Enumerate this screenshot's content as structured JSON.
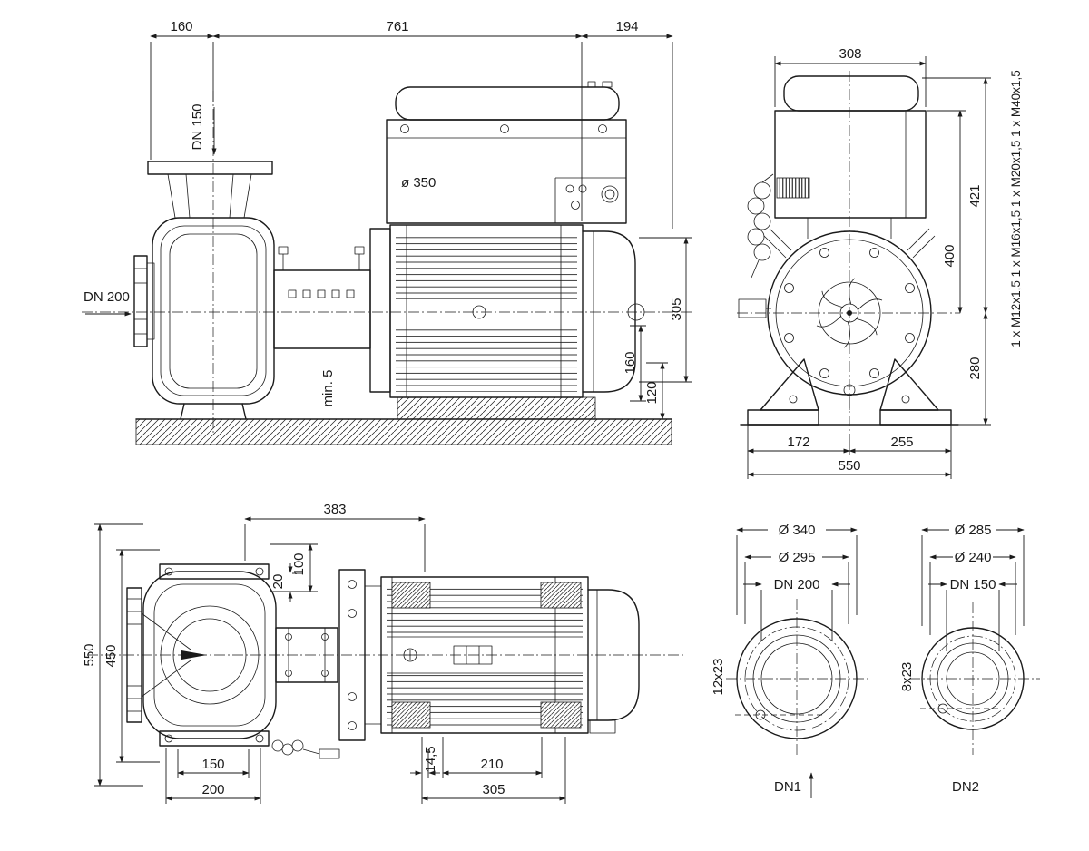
{
  "drawing": {
    "kind": "pump-dimensional-drawing",
    "units": "mm"
  },
  "colors": {
    "line": "#1a1a1a",
    "background": "#ffffff"
  },
  "side_view": {
    "dim_160_top": "160",
    "dim_761": "761",
    "dim_194": "194",
    "label_dn150": "DN 150",
    "label_dn200": "DN 200",
    "label_dia350": "ø 350",
    "label_min5": "min. 5",
    "dim_305": "305",
    "dim_160_right": "160",
    "dim_120": "120"
  },
  "front_view": {
    "dim_308": "308",
    "label_glands": "1 x M12x1,5 1 x M16x1,5 1 x M20x1,5 1 x M40x1,5",
    "dim_421": "421",
    "dim_400": "400",
    "dim_280": "280",
    "dim_172": "172",
    "dim_255": "255",
    "dim_550": "550"
  },
  "plan_view": {
    "dim_383": "383",
    "dim_100": "100",
    "dim_20": "20",
    "dim_550": "550",
    "dim_450": "450",
    "dim_150": "150",
    "dim_200": "200",
    "dim_14_5": "14,5",
    "dim_210": "210",
    "dim_305": "305"
  },
  "flange_dn1": {
    "dim_outer": "Ø 340",
    "dim_bolt_circle": "Ø 295",
    "dim_dn": "DN 200",
    "dim_holes": "12x23",
    "label": "DN1"
  },
  "flange_dn2": {
    "dim_outer": "Ø 285",
    "dim_bolt_circle": "Ø 240",
    "dim_dn": "DN 150",
    "dim_holes": "8x23",
    "label": "DN2"
  }
}
